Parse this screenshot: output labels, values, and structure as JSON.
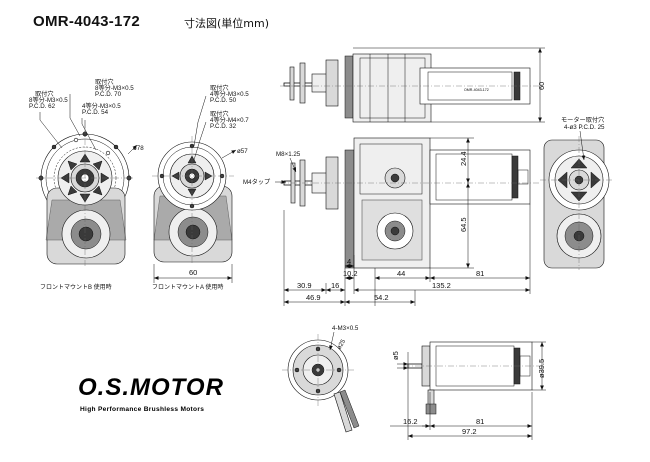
{
  "header": {
    "model": "OMR-4043-172",
    "subtitle": "寸法図(単位mm)"
  },
  "front_views": {
    "left_notes": {
      "note1_title": "取付穴",
      "note1_line1": "8等分-M3×0.5",
      "note1_line2": "P.C.D. 62",
      "note2_title": "取付穴",
      "note2_line1": "8等分-M3×0.5",
      "note2_line2": "P.C.D. 70",
      "note3_line1": "4等分-M3×0.5",
      "note3_line2": "P.C.D. 54"
    },
    "middle_notes": {
      "note1_title": "取付穴",
      "note1_line1": "4等分-M3×0.5",
      "note1_line2": "P.C.D. 50",
      "note2_title": "取付穴",
      "note2_line1": "4等分-M4×0.7",
      "note2_line2": "P.C.D. 32"
    },
    "dia_left": "ø78",
    "dia_mid": "ø57",
    "width_dim": "60",
    "caption_b": "フロントマウントB 使用時",
    "caption_a": "フロントマウントA 使用時"
  },
  "side_view": {
    "height_60": "60",
    "m8_label": "M8×1.25",
    "m4_label": "M4タップ",
    "dim_24_4": "24.4",
    "dim_64_5": "64.5",
    "dim_4": "4",
    "dim_10_2": "10.2",
    "dim_44": "44",
    "dim_81": "81",
    "dim_30_9": "30.9",
    "dim_16": "16",
    "dim_135_2": "135.2",
    "dim_46_9": "46.9",
    "dim_54_2": "54.2",
    "can_label": "OMR-4043-172"
  },
  "rear_view": {
    "note_title": "モーター取付穴",
    "note_line1": "4-ø3 P.C.D. 25"
  },
  "motor_only": {
    "hole_note": "4-M3×0.5",
    "dia_25": "ø25",
    "dia_5": "ø5",
    "dia_39_5": "ø39.5",
    "dim_81": "81",
    "dim_16_2": "16.2",
    "dim_97_2": "97.2"
  },
  "logo": {
    "brand": "O.S.MOTOR",
    "tagline": "High Performance Brushless Motors"
  }
}
